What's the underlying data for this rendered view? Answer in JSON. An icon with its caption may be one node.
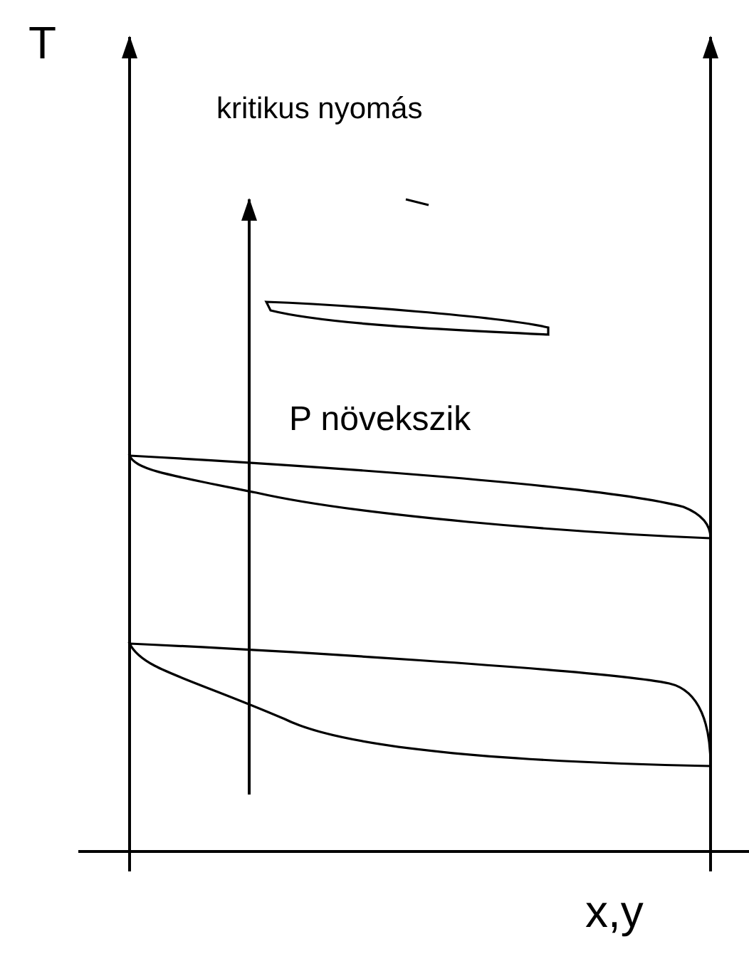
{
  "diagram": {
    "labels": [
      "T",
      "kritikus nyomás",
      "P növekszik",
      "x,y"
    ]
  }
}
